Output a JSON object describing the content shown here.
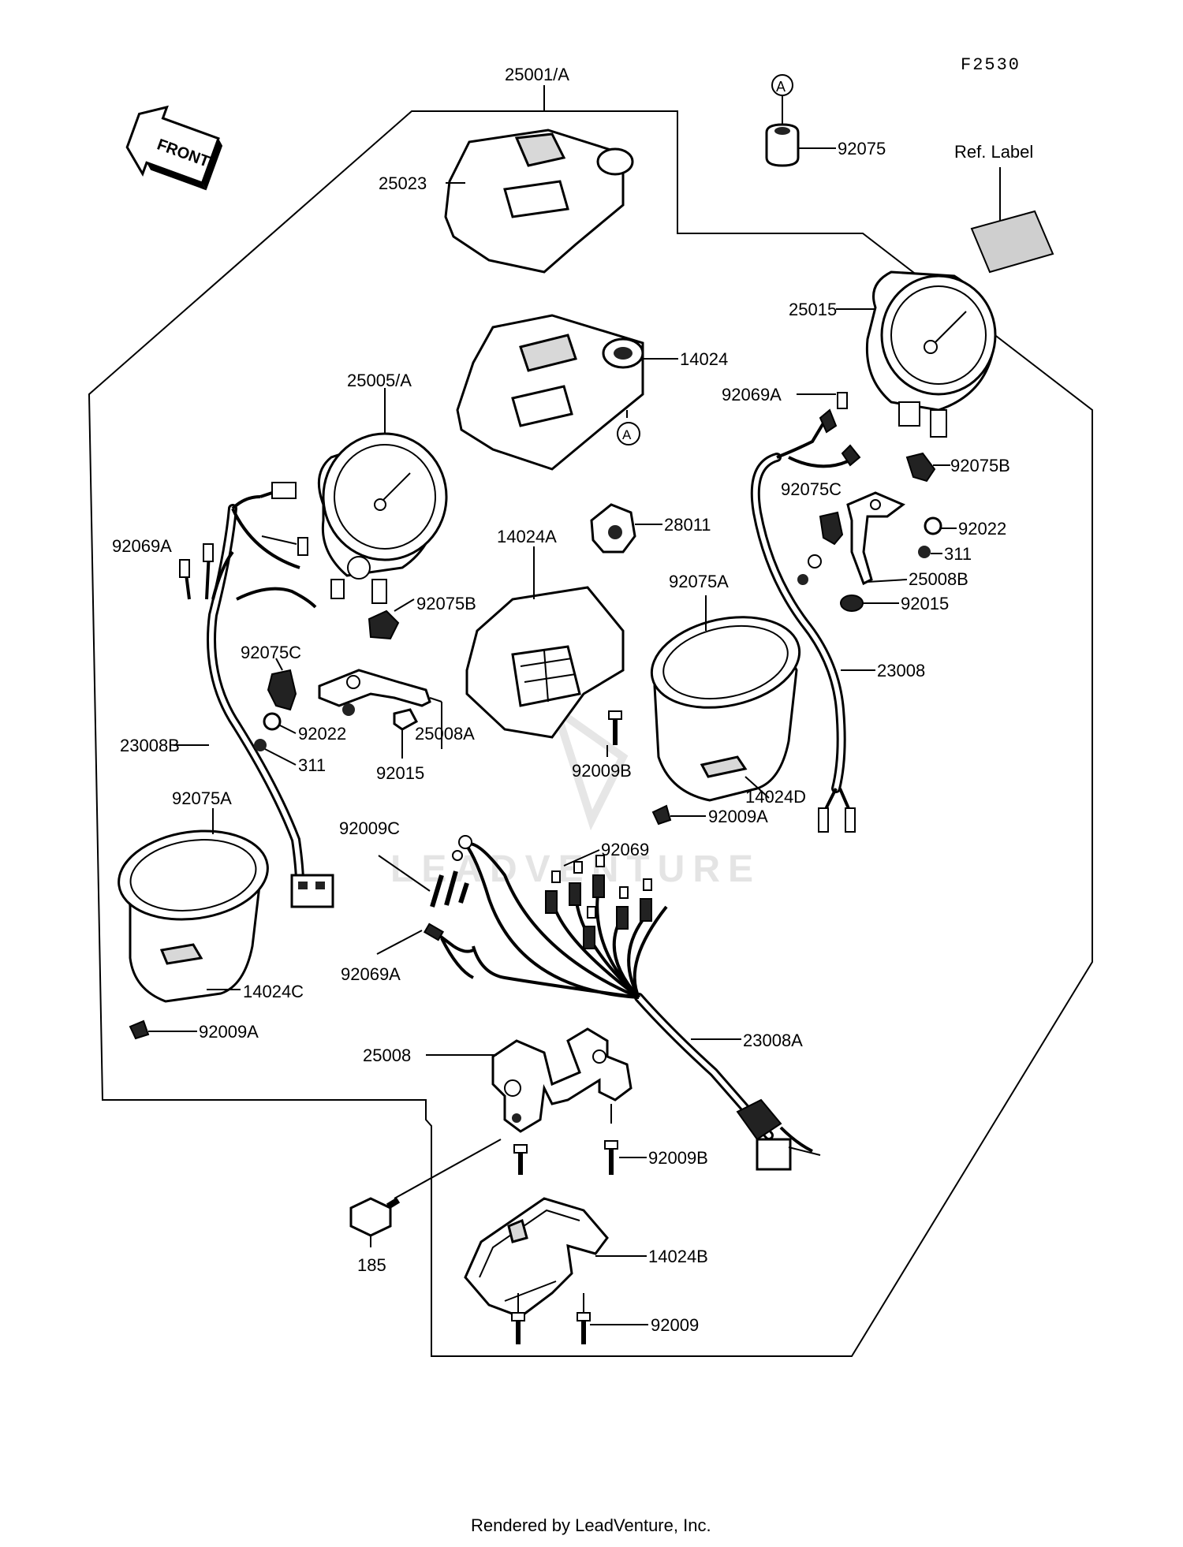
{
  "figure_code": "F2530",
  "front_label": "FRONT",
  "footer": "Rendered by LeadVenture, Inc.",
  "watermark": "LEADVENTURE",
  "callout_marker": "A",
  "parts": [
    {
      "id": "p1",
      "label": "25001/A"
    },
    {
      "id": "p2",
      "label": "92075"
    },
    {
      "id": "p3",
      "label": "Ref. Label"
    },
    {
      "id": "p4",
      "label": "25023"
    },
    {
      "id": "p5",
      "label": "25015"
    },
    {
      "id": "p6",
      "label": "14024"
    },
    {
      "id": "p7",
      "label": "25005/A"
    },
    {
      "id": "p8",
      "label": "92069A"
    },
    {
      "id": "p9",
      "label": "92075B"
    },
    {
      "id": "p10",
      "label": "92075C"
    },
    {
      "id": "p11",
      "label": "92022"
    },
    {
      "id": "p12",
      "label": "311"
    },
    {
      "id": "p13",
      "label": "25008B"
    },
    {
      "id": "p14",
      "label": "92015"
    },
    {
      "id": "p15",
      "label": "28011"
    },
    {
      "id": "p16",
      "label": "14024A"
    },
    {
      "id": "p17",
      "label": "92069A"
    },
    {
      "id": "p18",
      "label": "92075B"
    },
    {
      "id": "p19",
      "label": "92075C"
    },
    {
      "id": "p20",
      "label": "92075A"
    },
    {
      "id": "p21",
      "label": "23008"
    },
    {
      "id": "p22",
      "label": "92022"
    },
    {
      "id": "p23",
      "label": "25008A"
    },
    {
      "id": "p24",
      "label": "23008B"
    },
    {
      "id": "p25",
      "label": "311"
    },
    {
      "id": "p26",
      "label": "92015"
    },
    {
      "id": "p27",
      "label": "92009B"
    },
    {
      "id": "p28",
      "label": "14024D"
    },
    {
      "id": "p29",
      "label": "92009A"
    },
    {
      "id": "p30",
      "label": "92075A"
    },
    {
      "id": "p31",
      "label": "92009C"
    },
    {
      "id": "p32",
      "label": "92069"
    },
    {
      "id": "p33",
      "label": "92069A"
    },
    {
      "id": "p34",
      "label": "14024C"
    },
    {
      "id": "p35",
      "label": "92009A"
    },
    {
      "id": "p36",
      "label": "23008A"
    },
    {
      "id": "p37",
      "label": "25008"
    },
    {
      "id": "p38",
      "label": "92009B"
    },
    {
      "id": "p39",
      "label": "14024B"
    },
    {
      "id": "p40",
      "label": "185"
    },
    {
      "id": "p41",
      "label": "92009"
    }
  ]
}
